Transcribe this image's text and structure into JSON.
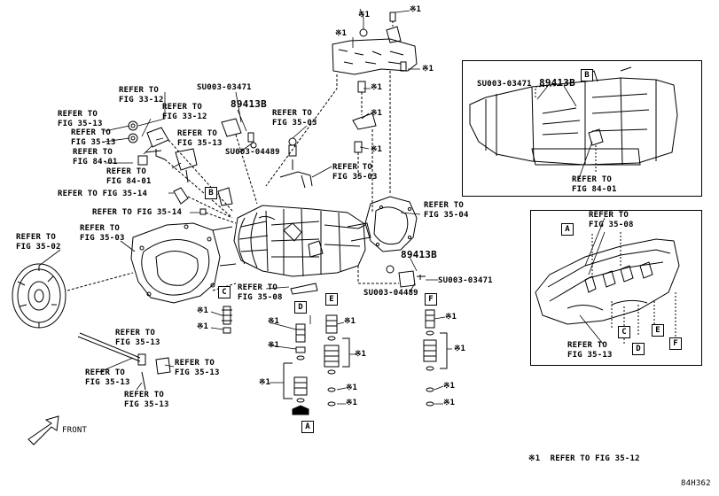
{
  "refs": {
    "r3312a": "REFER TO\nFIG 33-12",
    "r3513a": "REFER TO\nFIG 35-13",
    "r3312b": "REFER TO\nFIG 33-12",
    "r3513b": "REFER TO\nFIG 35-13",
    "r8401a": "REFER TO\nFIG 84-01",
    "r8401b": "REFER TO\nFIG 84-01",
    "r3514a": "REFER TO FIG 35-14",
    "r3514b": "REFER TO FIG 35-14",
    "r3503a": "REFER TO\nFIG 35-03",
    "r3503b": "REFER TO\nFIG 35-03",
    "r3503c": "REFER TO\nFIG 35-03",
    "r3502": "REFER TO\nFIG 35-02",
    "r3504": "REFER TO\nFIG 35-04",
    "r3508a": "REFER TO\nFIG 35-08",
    "r3508b": "REFER TO\nFIG 35-08",
    "r3513c": "REFER TO\nFIG 35-13",
    "r3513d": "REFER TO\nFIG 35-13",
    "r3513e": "REFER TO\nFIG 35-13",
    "r3513f": "REFER TO\nFIG 35-13",
    "r3513g": "REFER TO\nFIG 35-13",
    "r8401c": "REFER TO\nFIG 84-01"
  },
  "parts": {
    "su3471a": "SU003-03471",
    "su3471b": "SU003-03471",
    "su3471c": "SU003-03471",
    "su4489a": "SU003-04489",
    "su4489b": "SU003-04489",
    "p89413a": "89413B",
    "p89413b": "89413B",
    "p89413c": "89413B"
  },
  "boxes": {
    "A": "A",
    "B": "B",
    "C": "C",
    "D": "D",
    "E": "E",
    "F": "F"
  },
  "mark": "※1",
  "front": "FRONT",
  "legend": "※1  REFER TO FIG 35-12",
  "code": "84H362"
}
